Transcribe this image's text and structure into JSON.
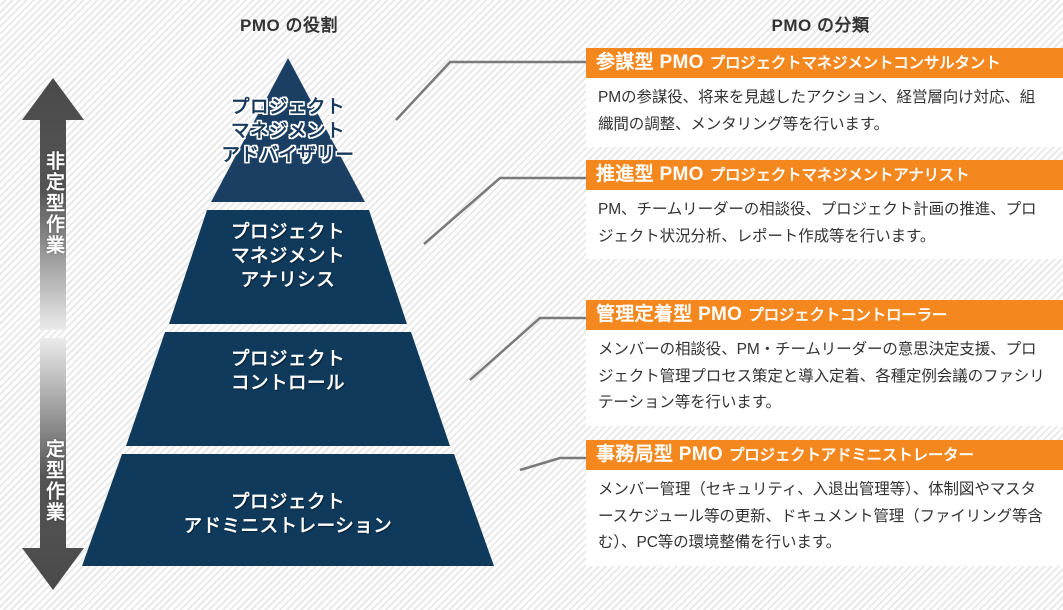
{
  "headings": {
    "left": "PMO の役割",
    "right": "PMO の分類"
  },
  "arrows": {
    "up": {
      "label": "非定型作業",
      "direction": "up"
    },
    "down": {
      "label": "定型作業",
      "direction": "down"
    }
  },
  "pyramid": {
    "tiers": [
      {
        "text": "プロジェクト\nマネジメント\nアドバイザリー"
      },
      {
        "text": "プロジェクト\nマネジメント\nアナリシス"
      },
      {
        "text": "プロジェクト\nコントロール"
      },
      {
        "text": "プロジェクト\nアドミニストレーション"
      }
    ],
    "fill_color": "#103а5c"
  },
  "cards": [
    {
      "type": "参謀型 PMO",
      "role": "プロジェクトマネジメントコンサルタント",
      "body": "PMの参謀役、将来を見越したアクション、経営層向け対応、組織間の調整、メンタリング等を行います。"
    },
    {
      "type": "推進型 PMO",
      "role": "プロジェクトマネジメントアナリスト",
      "body": "PM、チームリーダーの相談役、プロジェクト計画の推進、プロジェクト状況分析、レポート作成等を行います。"
    },
    {
      "type": "管理定着型 PMO",
      "role": "プロジェクトコントローラー",
      "body": "メンバーの相談役、PM・チームリーダーの意思決定支援、プロジェクト管理プロセス策定と導入定着、各種定例会議のファシリテーション等を行います。"
    },
    {
      "type": "事務局型 PMO",
      "role": "プロジェクトアドミニストレーター",
      "body": "メンバー管理（セキュリティ、入退出管理等）、体制図やマスタースケジュール等の更新、ドキュメント管理（ファイリング等含む）、PC等の環境整備を行います。"
    }
  ],
  "colors": {
    "accent_orange": "#f5871f",
    "pyramid_navy": "#103a5c",
    "connector_gray": "#7a7a7a",
    "heading_text": "#333333"
  }
}
